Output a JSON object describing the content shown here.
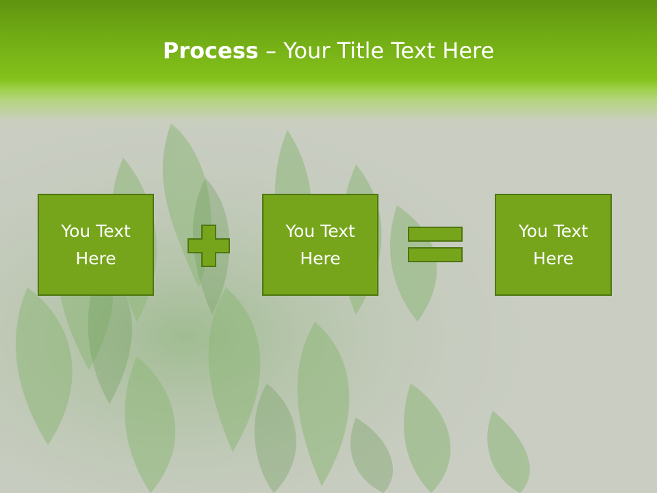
{
  "slide": {
    "title_bold": "Process",
    "title_rest": " – Your Title Text Here"
  },
  "process": {
    "steps": [
      {
        "line1": "You Text",
        "line2": "Here"
      },
      {
        "line1": "You Text",
        "line2": "Here"
      },
      {
        "line1": "You Text",
        "line2": "Here"
      }
    ],
    "operators": [
      "plus-icon",
      "equals-icon"
    ]
  },
  "colors": {
    "header_top": "#5f9410",
    "header_bottom": "#84c11b",
    "box_fill": "#76a51c",
    "box_border": "#4d7510",
    "background": "#c9cdc2",
    "text": "#ffffff"
  }
}
